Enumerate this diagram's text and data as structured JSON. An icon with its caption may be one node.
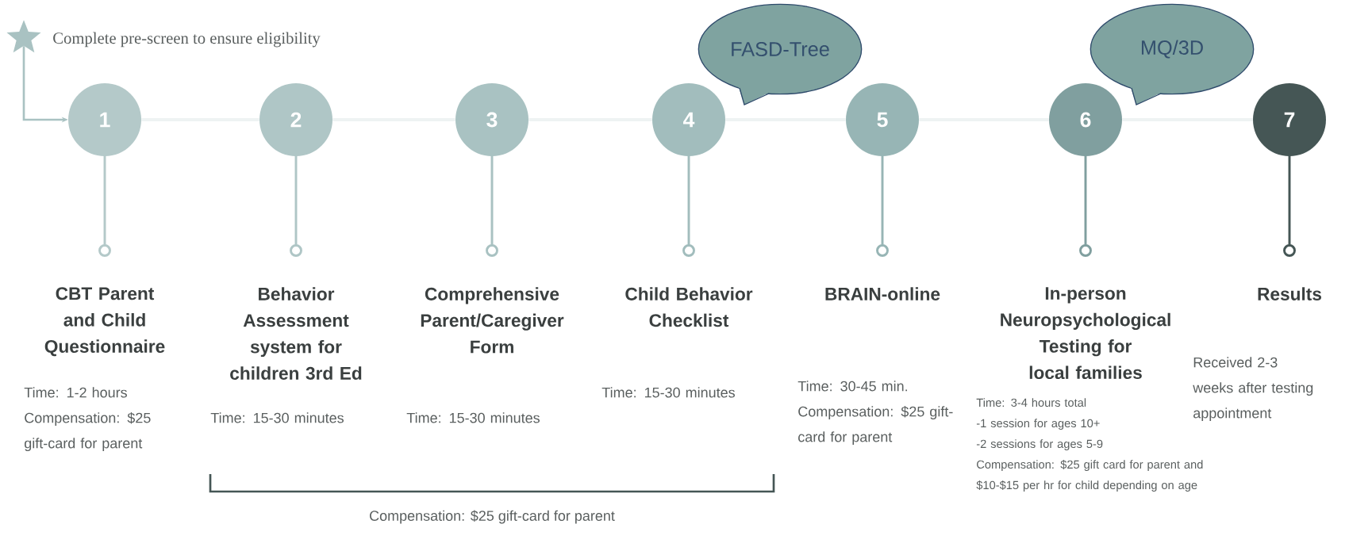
{
  "diagram": {
    "nodes": [
      {
        "text": [],
        "shape": "star",
        "beside": [
          "Complete pre-screen to ensure eligibility"
        ]
      },
      {
        "text": [
          "1"
        ]
      },
      {
        "text": [
          "2"
        ]
      },
      {
        "text": [
          "3"
        ]
      },
      {
        "text": [
          "4"
        ]
      },
      {
        "text": [
          "5"
        ]
      },
      {
        "text": [
          "6"
        ]
      },
      {
        "text": [
          "7"
        ]
      },
      {
        "text": [
          "FASD-Tree"
        ]
      },
      {
        "text": [
          "MQ/3D"
        ]
      }
    ],
    "edges": [
      {
        "from": 0,
        "to": 1,
        "arrow": "to"
      },
      {
        "from": 1,
        "to": 2,
        "arrow": "none"
      },
      {
        "from": 2,
        "to": 3,
        "arrow": "none"
      },
      {
        "from": 3,
        "to": 4,
        "arrow": "none"
      },
      {
        "from": 4,
        "to": 5,
        "arrow": "none"
      },
      {
        "from": 5,
        "to": 6,
        "arrow": "none"
      },
      {
        "from": 6,
        "to": 7,
        "arrow": "none"
      }
    ],
    "labels": [
      "CBT Parent and Child Questionnaire",
      "Time: 1-2 hours",
      "Compensation: $25 gift-card for parent",
      "Behavior Assessment system for children 3rd Ed",
      "Time: 15-30 minutes",
      "Comprehensive Parent/Caregiver Form",
      "Time: 15-30 minutes",
      "Child Behavior Checklist",
      "Time: 15-30 minutes",
      "BRAIN-online",
      "Time: 30-45 min.",
      "Compensation: $25 gift-card for parent",
      "In-person Neuropsychological Testing for local families",
      "Time: 3-4 hours total",
      "-1 session for ages 10+",
      "-2 sessions for ages 5-9",
      "Compensation: $25 gift card for parent and $10-$15 per hr for child depending on age",
      "Results",
      "Received 2-3 weeks after testing appointment",
      "Compensation: $25 gift-card for parent"
    ]
  }
}
